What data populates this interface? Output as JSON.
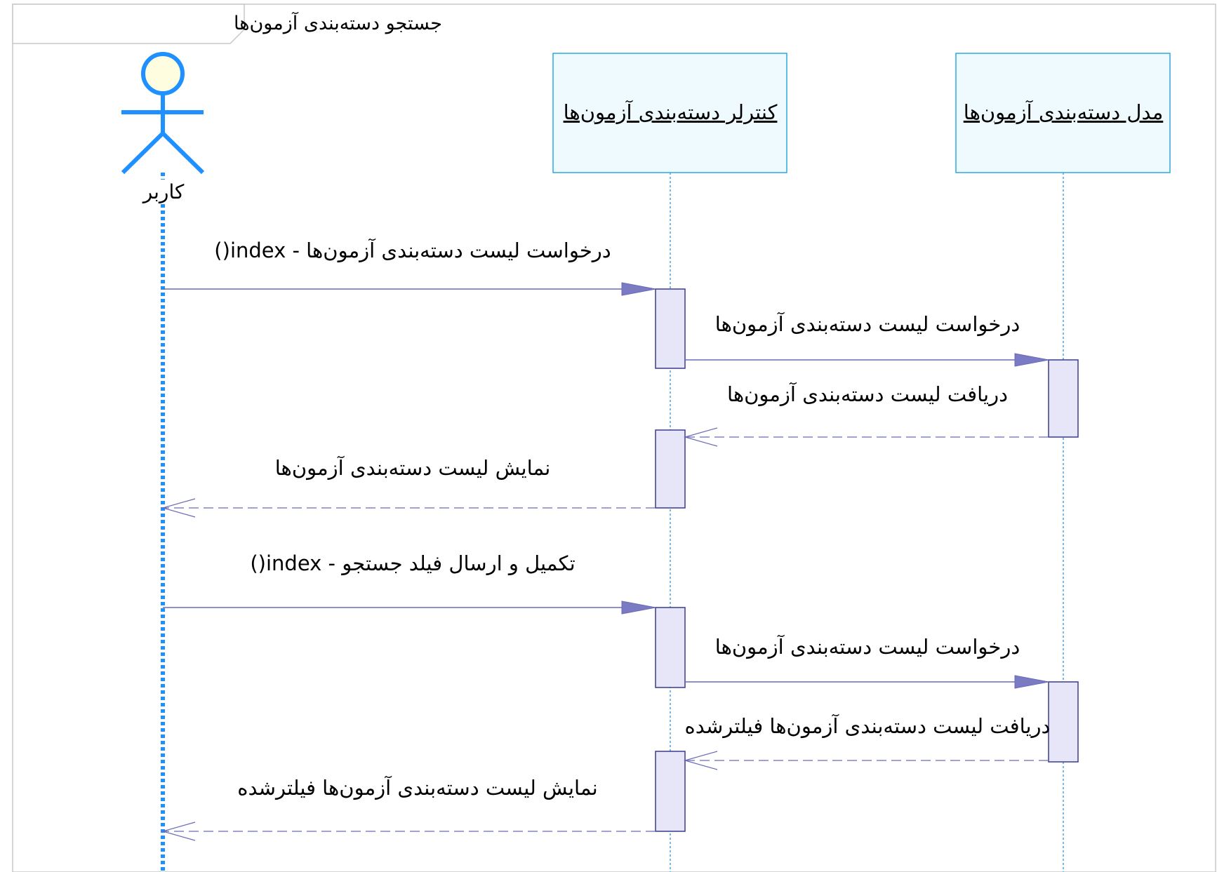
{
  "frame": {
    "title": "جستجو دسته‌بندی آزمون‌ها"
  },
  "participants": {
    "actor": "کاربر",
    "controller": "کنترلر دسته‌بندی آزمون‌ها",
    "model": "مدل دسته‌بندی آزمون‌ها"
  },
  "messages": [
    {
      "from": "actor",
      "to": "controller",
      "kind": "sync",
      "label": "درخواست لیست دسته‌بندی آزمون‌ها - index()"
    },
    {
      "from": "controller",
      "to": "model",
      "kind": "sync",
      "label": "درخواست لیست دسته‌بندی آزمون‌ها"
    },
    {
      "from": "model",
      "to": "controller",
      "kind": "return",
      "label": "دریافت لیست دسته‌بندی آزمون‌ها"
    },
    {
      "from": "controller",
      "to": "actor",
      "kind": "return",
      "label": "نمایش لیست دسته‌بندی آزمون‌ها"
    },
    {
      "from": "actor",
      "to": "controller",
      "kind": "sync",
      "label": "تکمیل و ارسال فیلد جستجو - index()"
    },
    {
      "from": "controller",
      "to": "model",
      "kind": "sync",
      "label": "درخواست لیست دسته‌بندی آزمون‌ها"
    },
    {
      "from": "model",
      "to": "controller",
      "kind": "return",
      "label": "دریافت لیست دسته‌بندی آزمون‌ها فیلترشده"
    },
    {
      "from": "controller",
      "to": "actor",
      "kind": "return",
      "label": "نمایش لیست دسته‌بندی آزمون‌ها فیلترشده"
    }
  ],
  "colors": {
    "actor_stroke": "#1e90ff",
    "actor_head_fill": "#fffde0",
    "actor_lifeline": "#1e90ff",
    "object_border": "#2fa8e0",
    "object_fill": "#eefafe",
    "lifeline": "#4aa3df",
    "activation_border": "#3a3a8c",
    "activation_fill": "#e6e6f8",
    "message_line": "#6a6ab8",
    "arrow_fill": "#7b7bc4",
    "frame_border": "#c8c8c8"
  }
}
